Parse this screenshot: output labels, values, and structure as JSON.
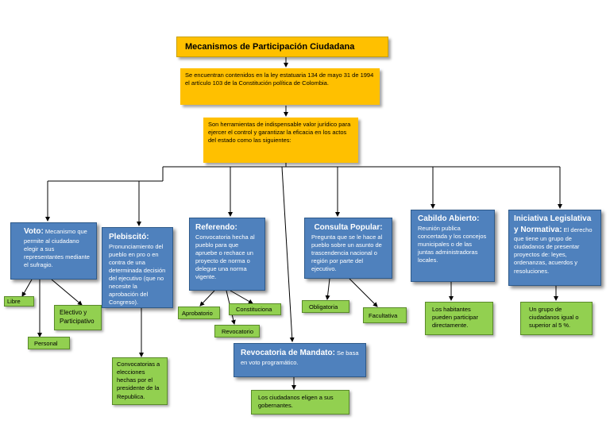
{
  "title": "Mecanismos de Participación Ciudadana",
  "intro": "Se encuentran contenidos en la ley estatuaria 134 de mayo 31 de 1994 el artículo 103 de la Constitución política de Colombia.",
  "definition": "Son  herramientas de indispensable valor jurídico para ejercer el control y garantizar la eficacia en los actos del estado como las siguientes:",
  "voto": {
    "head": "Voto:",
    "text": " Mecanismo que permite al ciudadano elegir a sus representantes mediante el sufragio.",
    "libre": "Libre",
    "electivo": "Electivo y Participativo",
    "personal": "Personal"
  },
  "plebiscito": {
    "head": "Plebiscitó:",
    "text": "Pronunciamiento del pueblo en pro o en contra de una determinada decisión del ejecutivo (que no necesite la aprobación del Congreso).",
    "child": "Convocatorias  a elecciones hechas  por el presidente de la Republica."
  },
  "referendo": {
    "head": "Referendo:",
    "text": "Convocatoria hecha al pueblo para que apruebe o rechace un proyecto de norma o delegue una norma vigente.",
    "aprobatorio": "Aprobatorio",
    "constitucional": "Constituciona",
    "revocatorio": "Revocatorio"
  },
  "revocatoria": {
    "head": "Revocatoria de Mandato:",
    "text": " Se basa en voto programático.",
    "child": "Los ciudadanos eligen a sus gobernantes."
  },
  "consulta": {
    "head": "Consulta Popular:",
    "text": "Pregunta que se le hace al pueblo sobre un asunto de trascendencia nacional o región por parte del  ejecutivo.",
    "obligatoria": "Obligatoria",
    "facultativa": "Facultativa"
  },
  "cabildo": {
    "head": "Cabildo Abierto:",
    "text": "Reunión publica concertada y los concejos municipales o de las juntas administradoras locales.",
    "child": "Los habitantes pueden participar directamente."
  },
  "iniciativa": {
    "head": "Iniciativa Legislativa y Normativa:",
    "text": " El derecho que tiene un grupo de ciudadanos de presentar proyectos de: leyes, ordenanzas, acuerdos y resoluciones.",
    "child": "Un grupo de ciudadanos igual o superior al 5 %."
  }
}
